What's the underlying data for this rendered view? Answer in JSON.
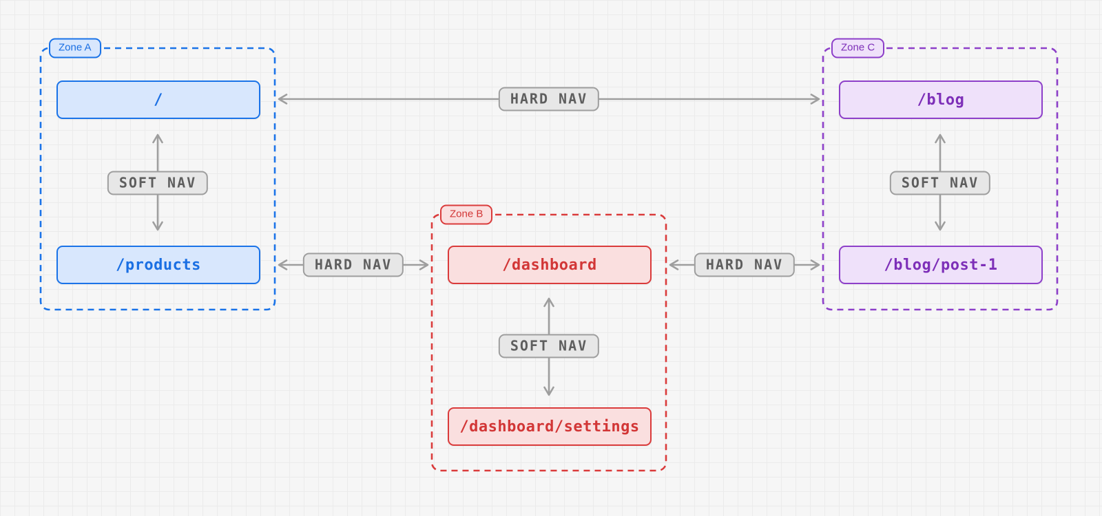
{
  "zones": [
    {
      "label": "Zone A",
      "accent_color": "#1a73e8",
      "fill_color": "#d8e7fd",
      "nodes": [
        {
          "label": "/"
        },
        {
          "label": "/products"
        }
      ]
    },
    {
      "label": "Zone B",
      "accent_color": "#da3b3b",
      "fill_color": "#fadfdf",
      "nodes": [
        {
          "label": "/dashboard"
        },
        {
          "label": "/dashboard/settings"
        }
      ]
    },
    {
      "label": "Zone C",
      "accent_color": "#8d3fc9",
      "fill_color": "#efe1fa",
      "nodes": [
        {
          "label": "/blog"
        },
        {
          "label": "/blog/post-1"
        }
      ]
    }
  ],
  "edges": [
    {
      "label": "HARD NAV",
      "between": [
        "/",
        "/blog"
      ],
      "bidirectional": true
    },
    {
      "label": "HARD NAV",
      "between": [
        "/products",
        "/dashboard"
      ],
      "bidirectional": true
    },
    {
      "label": "HARD NAV",
      "between": [
        "/dashboard",
        "/blog/post-1"
      ],
      "bidirectional": true
    }
  ],
  "soft_nav_edges": [
    {
      "label": "SOFT NAV",
      "zone": "Zone A",
      "between": [
        "/",
        "/products"
      ],
      "bidirectional": true
    },
    {
      "label": "SOFT NAV",
      "zone": "Zone B",
      "between": [
        "/dashboard",
        "/dashboard/settings"
      ],
      "bidirectional": true
    },
    {
      "label": "SOFT NAV",
      "zone": "Zone C",
      "between": [
        "/blog",
        "/blog/post-1"
      ],
      "bidirectional": true
    }
  ],
  "colors": {
    "background": "#f6f6f6",
    "grid_line": "#ebebeb",
    "edge_line": "#9e9e9e",
    "edge_label_fill": "#e7e7e7",
    "edge_label_border": "#9e9e9e",
    "edge_label_text": "#5e5e5e"
  }
}
